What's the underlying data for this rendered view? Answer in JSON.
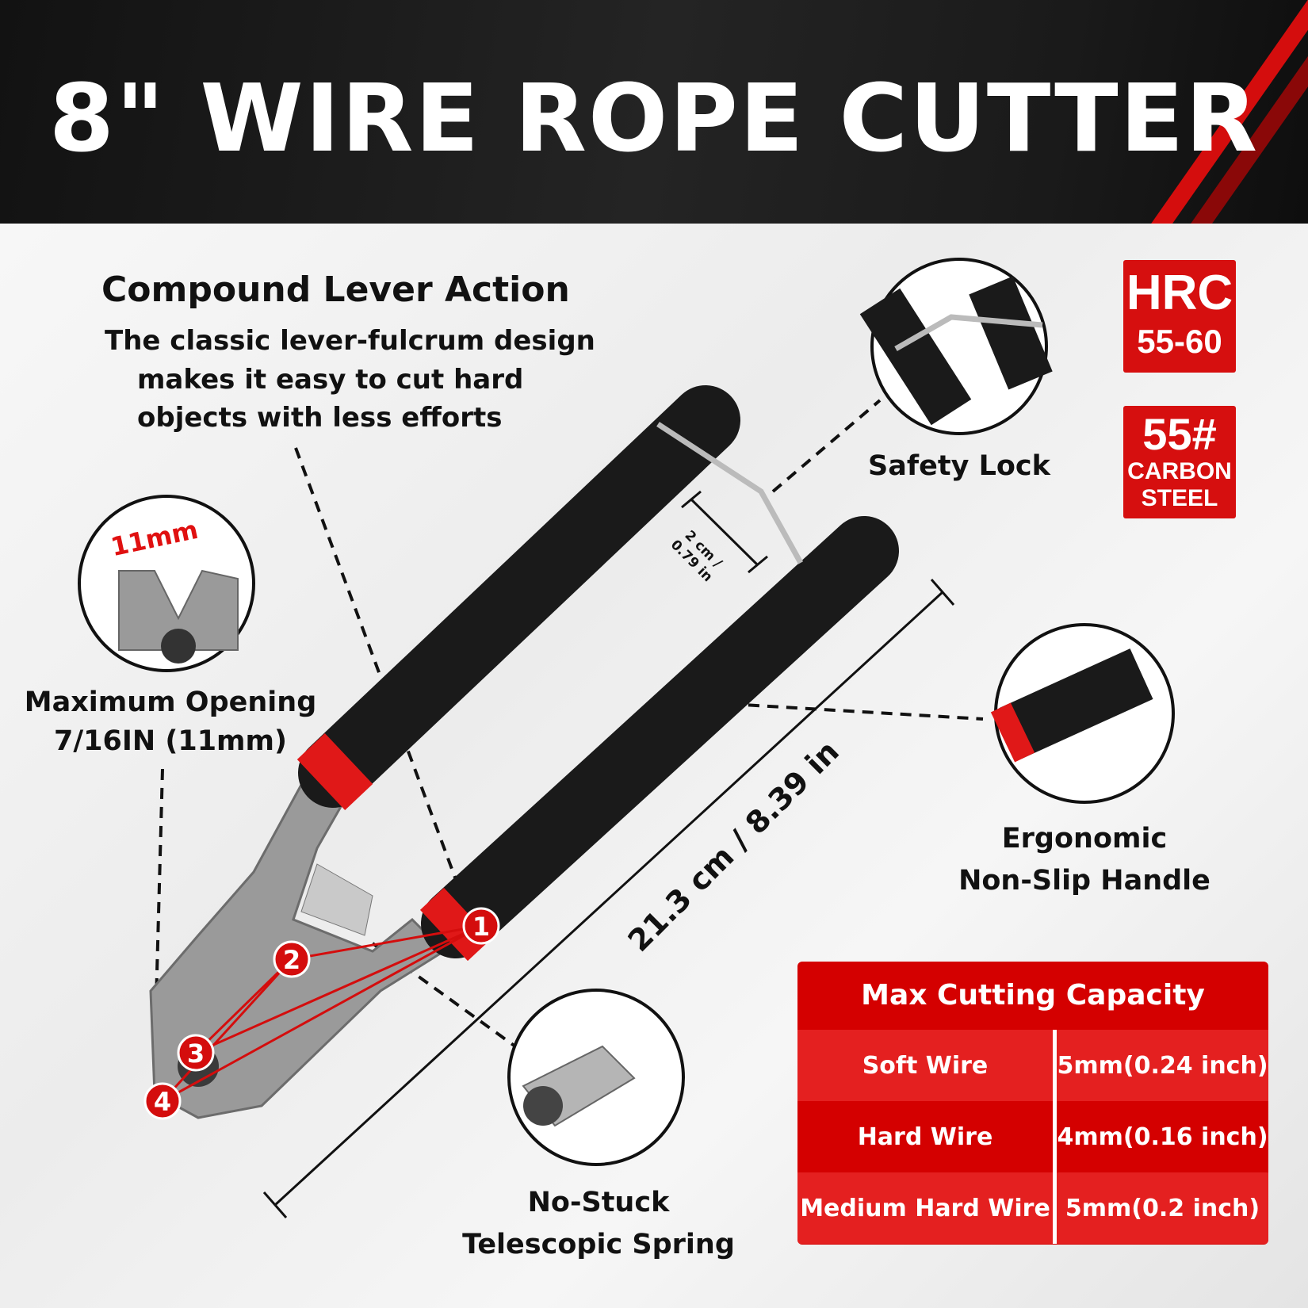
{
  "header": {
    "title": "8\" WIRE ROPE CUTTER"
  },
  "features": {
    "compound": {
      "title": "Compound Lever Action",
      "lines": [
        "The classic lever-fulcrum design",
        "makes it easy to cut hard",
        "objects with less efforts"
      ]
    },
    "opening": {
      "badge": "11mm",
      "lines": [
        "Maximum Opening",
        "7/16IN (11mm)"
      ]
    },
    "safety_lock": {
      "label": "Safety Lock"
    },
    "handle": {
      "lines": [
        "Ergonomic",
        "Non-Slip Handle"
      ]
    },
    "spring": {
      "lines": [
        "No-Stuck",
        "Telescopic Spring"
      ]
    }
  },
  "badges": {
    "hrc": {
      "top": "HRC",
      "bottom": "55-60"
    },
    "steel": {
      "top": "55#",
      "mid": "CARBON",
      "bottom": "STEEL"
    }
  },
  "dimensions": {
    "length": "21.3 cm / 8.39 in",
    "gap_line1": "2 cm /",
    "gap_line2": "0.79 in"
  },
  "markers": [
    "1",
    "2",
    "3",
    "4"
  ],
  "capacity": {
    "title": "Max Cutting Capacity",
    "rows": [
      {
        "type": "Soft Wire",
        "value": "5mm(0.24 inch)"
      },
      {
        "type": "Hard Wire",
        "value": "4mm(0.16 inch)"
      },
      {
        "type": "Medium Hard Wire",
        "value": "5mm(0.2 inch)"
      }
    ]
  },
  "colors": {
    "accent": "#d40d0d",
    "dark": "#161616"
  }
}
